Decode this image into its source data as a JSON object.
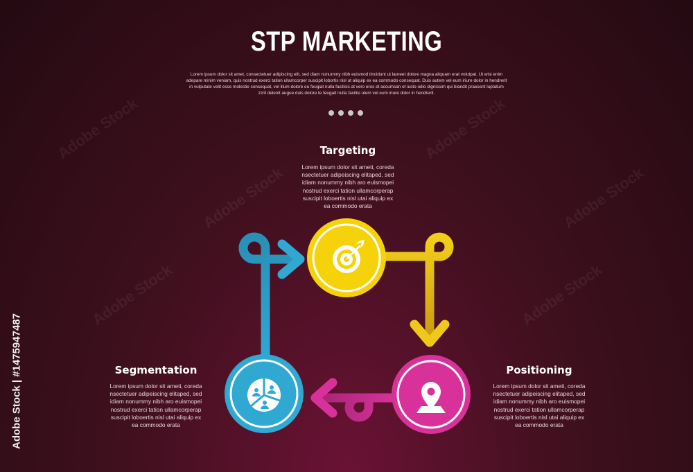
{
  "title": "STP MARKETING",
  "subtitle": "Lorem ipsum dolor sit amet, consectetuer adipiscing elit, sed diam nonummy nibh euismod tincidunt ut laoreet dolore magna aliquam erat volutpat. Ut wisi enim adepare minim veniam, quis nostrud exerci tation ullamcorper suscipit lobortis nisl ut aliquip ex ea commodo consequat. Duis autem vel eum iriure dolor in hendrerit in vulputate velit esse molestie consequat, vel illum dolore eu feugiat nulla facilisis at vero eros et accumsan et iusto odio dignissim qui blandit praesent luptatum zzril delenit augue duis dolore te feugait nulla facilisi utem vel eum iriure dolor in hendrerit.",
  "page_indicator_count": 4,
  "steps": {
    "targeting": {
      "title": "Targeting",
      "body": "Lorem ipsum dolor sit ameti, coreda nsectetuer adipeiscing elitaped, sed idiam nonummy nibh aro euismopei nostrud exerci tation ullamcorperap suscipit loboertis nisl utai aliquip ex ea commodo erata",
      "icon": "target-icon",
      "color": "#f6d20a"
    },
    "positioning": {
      "title": "Positioning",
      "body": "Lorem ipsum dolor sit ameti, coreda nsectetuer adipeiscing elitaped, sed idiam nonummy nibh aro euismopei nostrud exerci tation ullamcorperap suscipit loboertis nisl utai aliquip ex ea commodo erata",
      "icon": "location-pin-icon",
      "color": "#d8329a"
    },
    "segmentation": {
      "title": "Segmentation",
      "body": "Lorem ipsum dolor sit ameti, coreda nsectetuer adipeiscing elitaped, sed idiam nonummy nibh aro euismopei nostrud exerci tation ullamcorperap suscipit loboertis nisl utai aliquip ex ea commodo erata",
      "icon": "pie-chart-users-icon",
      "color": "#2fa8d2"
    }
  },
  "watermarks": [
    "Adobe Stock",
    "Adobe Stock | #1475947487"
  ]
}
